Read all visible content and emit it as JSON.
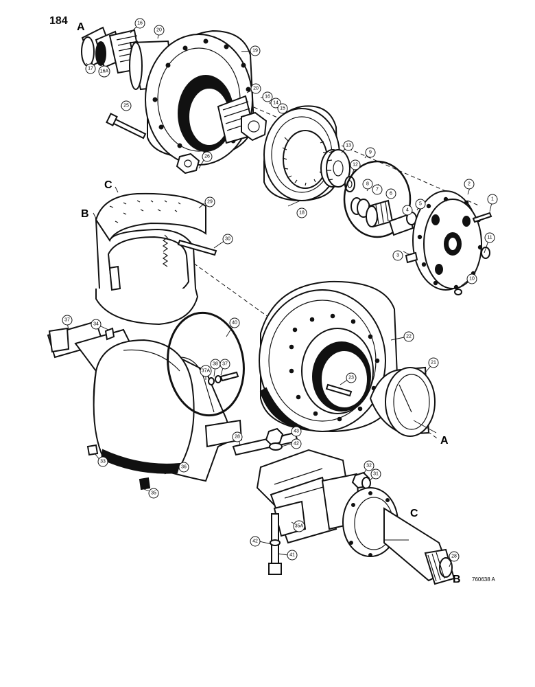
{
  "page_number": "184",
  "drawing_number": "760638 A",
  "section_letters": [
    "A",
    "B",
    "C"
  ],
  "callouts": [
    {
      "id": "c1",
      "text": "1"
    },
    {
      "id": "c2",
      "text": "2"
    },
    {
      "id": "c3",
      "text": "3"
    },
    {
      "id": "c4",
      "text": "4"
    },
    {
      "id": "c5",
      "text": "5"
    },
    {
      "id": "c6",
      "text": "6"
    },
    {
      "id": "c7",
      "text": "7"
    },
    {
      "id": "c8",
      "text": "8"
    },
    {
      "id": "c9",
      "text": "9"
    },
    {
      "id": "c10",
      "text": "10"
    },
    {
      "id": "c11",
      "text": "11"
    },
    {
      "id": "c12",
      "text": "12"
    },
    {
      "id": "c13",
      "text": "13"
    },
    {
      "id": "c14",
      "text": "14"
    },
    {
      "id": "c15",
      "text": "15"
    },
    {
      "id": "c16a",
      "text": "16"
    },
    {
      "id": "c16b",
      "text": "16"
    },
    {
      "id": "c16A",
      "text": "16A"
    },
    {
      "id": "c17",
      "text": "17"
    },
    {
      "id": "c18",
      "text": "18"
    },
    {
      "id": "c19",
      "text": "19"
    },
    {
      "id": "c20a",
      "text": "20"
    },
    {
      "id": "c20b",
      "text": "20"
    },
    {
      "id": "c21",
      "text": "21"
    },
    {
      "id": "c22",
      "text": "22"
    },
    {
      "id": "c23",
      "text": "23"
    },
    {
      "id": "c25",
      "text": "25"
    },
    {
      "id": "c26",
      "text": "26"
    },
    {
      "id": "c28a",
      "text": "28"
    },
    {
      "id": "c28b",
      "text": "28"
    },
    {
      "id": "c29",
      "text": "29"
    },
    {
      "id": "c30",
      "text": "30"
    },
    {
      "id": "c31",
      "text": "31"
    },
    {
      "id": "c32",
      "text": "32"
    },
    {
      "id": "c33",
      "text": "33"
    },
    {
      "id": "c34",
      "text": "34"
    },
    {
      "id": "c35",
      "text": "35"
    },
    {
      "id": "c35A",
      "text": "35A"
    },
    {
      "id": "c36",
      "text": "36"
    },
    {
      "id": "c37a",
      "text": "37"
    },
    {
      "id": "c37b",
      "text": "37"
    },
    {
      "id": "c37A",
      "text": "37A"
    },
    {
      "id": "c38",
      "text": "38"
    },
    {
      "id": "c40",
      "text": "40"
    },
    {
      "id": "c41",
      "text": "41"
    },
    {
      "id": "c42a",
      "text": "42"
    },
    {
      "id": "c42b",
      "text": "42"
    },
    {
      "id": "c43",
      "text": "43"
    }
  ]
}
